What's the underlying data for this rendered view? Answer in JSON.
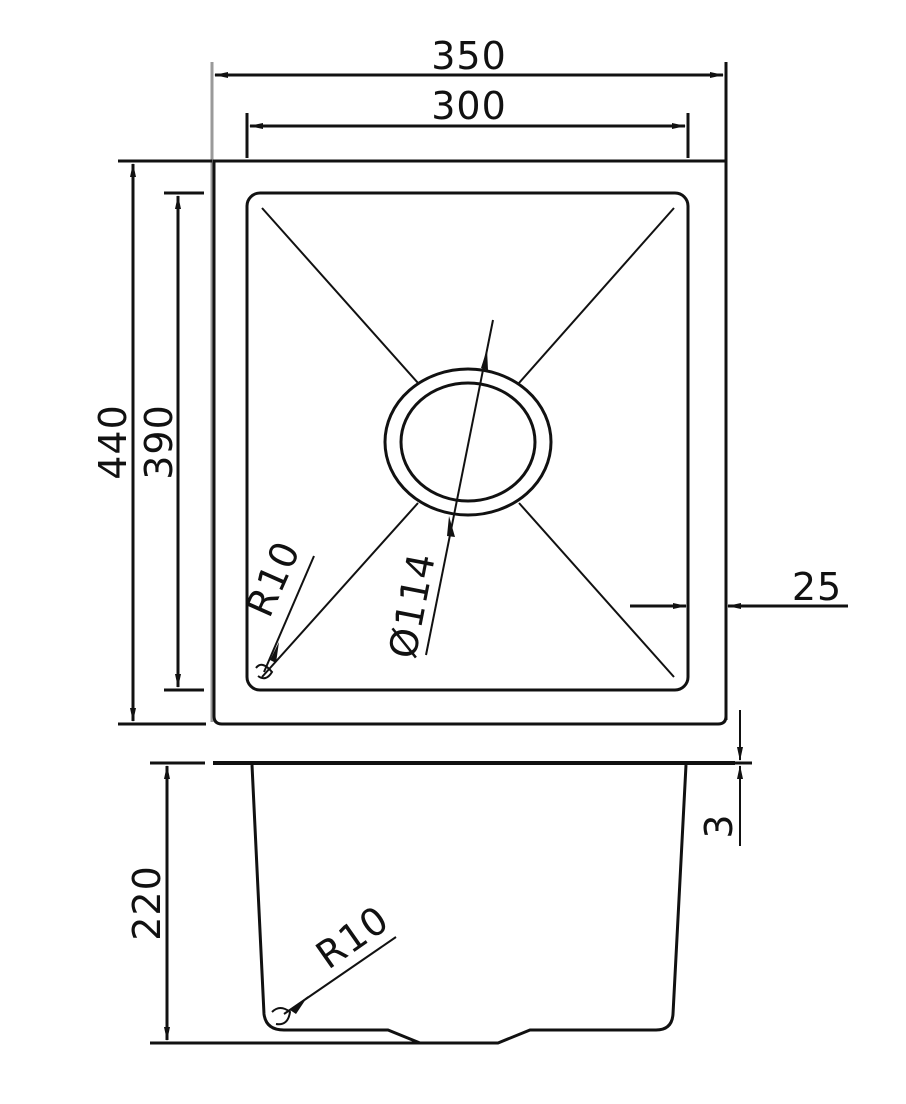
{
  "drawing": {
    "title": "Undermount sink technical drawing (top view and side view)",
    "colors": {
      "line": "#111111",
      "extension_line": "#9a9a9a",
      "background": "#ffffff"
    },
    "top_view": {
      "dimensions": {
        "overall_width": "350",
        "bowl_width": "300",
        "overall_length": "440",
        "bowl_length": "390",
        "drain_diameter": "Ø114",
        "corner_radius": "R10",
        "bowl_offset": "25"
      }
    },
    "side_view": {
      "dimensions": {
        "depth": "220",
        "flange_thickness": "3",
        "bottom_radius": "R10"
      }
    },
    "units": "mm"
  }
}
